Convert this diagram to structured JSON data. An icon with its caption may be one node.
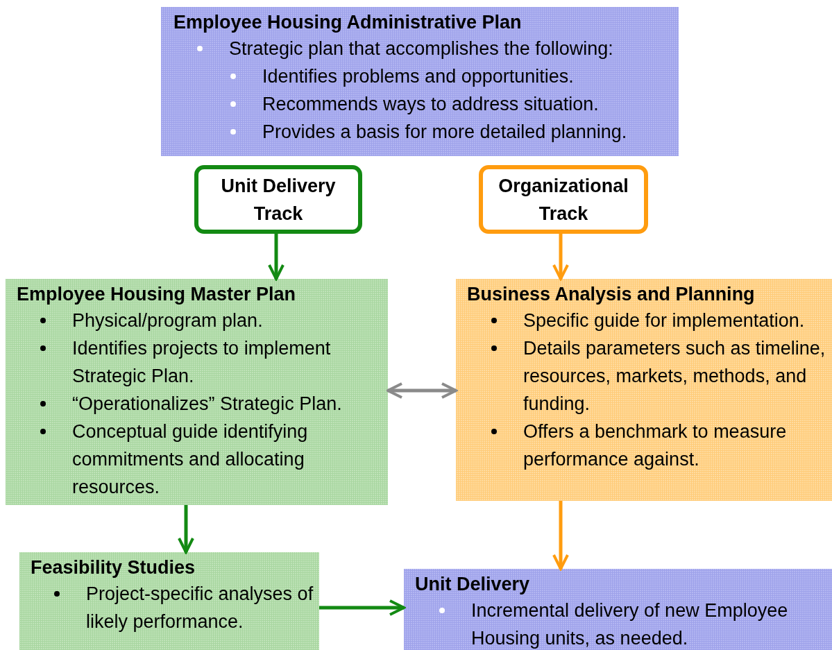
{
  "diagram": {
    "nodes": [
      {
        "text": [
          "Employee Housing Administrative Plan",
          "Strategic plan that accomplishes the following:",
          "Identifies problems and opportunities.",
          "Recommends ways to address situation.",
          "Provides a basis for more detailed planning."
        ]
      },
      {
        "text": [
          "Unit Delivery Track"
        ]
      },
      {
        "text": [
          "Organizational Track"
        ]
      },
      {
        "text": [
          "Employee Housing Master Plan",
          "Physical/program plan.",
          "Identifies projects to implement Strategic Plan.",
          "“Operationalizes” Strategic Plan.",
          "Conceptual guide identifying commitments and allocating resources."
        ]
      },
      {
        "text": [
          "Business Analysis and Planning",
          "Specific guide for implementation.",
          "Details parameters such as timeline, resources, markets, methods, and funding.",
          "Offers a benchmark to measure performance against."
        ]
      },
      {
        "text": [
          "Feasibility Studies",
          "Project-specific analyses of likely performance."
        ]
      },
      {
        "text": [
          "Unit Delivery",
          "Incremental delivery of new Employee Housing units, as needed."
        ]
      }
    ],
    "edges": [
      {
        "from": 1,
        "to": 3,
        "arrow": "to",
        "color": "#138a13"
      },
      {
        "from": 2,
        "to": 4,
        "arrow": "to",
        "color": "#ff9c0f"
      },
      {
        "from": 3,
        "to": 4,
        "arrow": "both",
        "color": "#8a8a8a"
      },
      {
        "from": 3,
        "to": 5,
        "arrow": "to",
        "color": "#138a13"
      },
      {
        "from": 4,
        "to": 6,
        "arrow": "to",
        "color": "#ff9c0f"
      },
      {
        "from": 5,
        "to": 6,
        "arrow": "to",
        "color": "#138a13"
      }
    ]
  }
}
